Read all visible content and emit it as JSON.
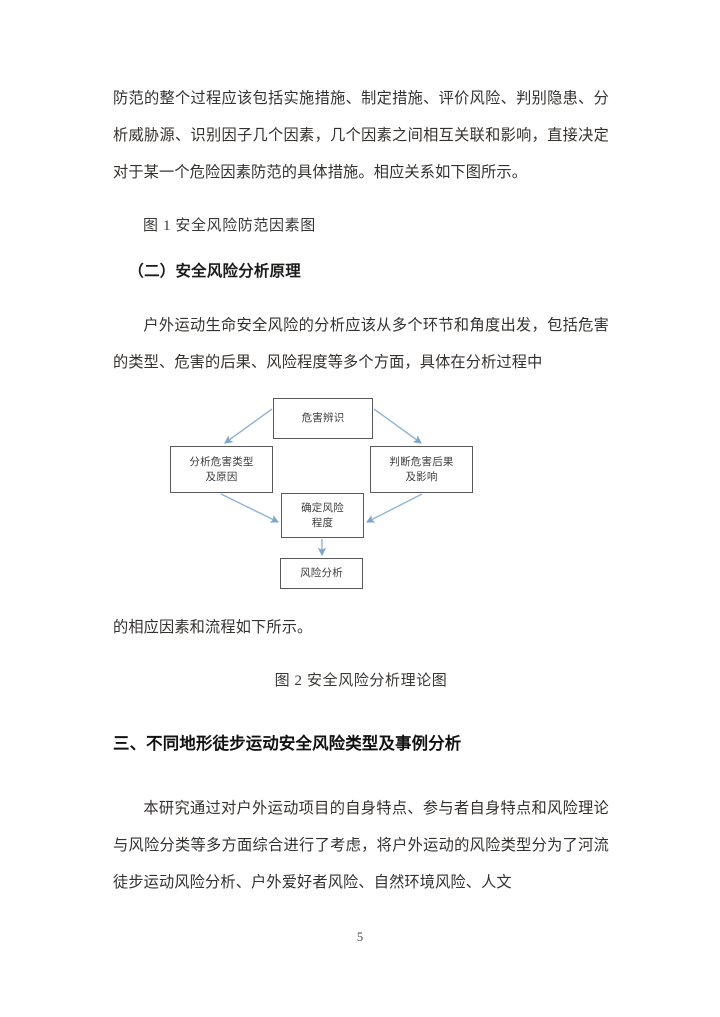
{
  "document": {
    "page_number": "5",
    "paragraph_1": "防范的整个过程应该包括实施措施、制定措施、评价风险、判别隐患、分析威胁源、识别因子几个因素，几个因素之间相互关联和影响，直接决定对于某一个危险因素防范的具体措施。相应关系如下图所示。",
    "figure_1_caption": "图 1 安全风险防范因素图",
    "heading_sub": "（二）安全风险分析原理",
    "paragraph_2": "户外运动生命安全风险的分析应该从多个环节和角度出发，包括危害的类型、危害的后果、风险程度等多个方面，具体在分析过程中",
    "paragraph_3": "的相应因素和流程如下所示。",
    "figure_2_caption": "图 2 安全风险分析理论图",
    "heading_section": "三、不同地形徒步运动安全风险类型及事例分析",
    "paragraph_4": "本研究通过对户外运动项目的自身特点、参与者自身特点和风险理论与风险分类等多方面综合进行了考虑，将户外运动的风险类型分为了河流徒步运动风险分析、户外爱好者风险、自然环境风险、人文"
  },
  "diagram": {
    "type": "flowchart",
    "colors": {
      "box_border": "#59595b",
      "box_fill": "#ffffff",
      "arrow": "#8eb4d8",
      "text": "#3d3d3f"
    },
    "nodes": [
      {
        "id": "hazard-id",
        "label": "危害辨识",
        "lines": [
          "危害辨识"
        ]
      },
      {
        "id": "analyze-type",
        "label": "分析危害类型及原因",
        "lines": [
          "分析危害类型",
          "及原因"
        ]
      },
      {
        "id": "judge-effect",
        "label": "判断危害后果及影响",
        "lines": [
          "判断危害后果",
          "及影响"
        ]
      },
      {
        "id": "determine",
        "label": "确定风险程度",
        "lines": [
          "确定风险",
          "程度"
        ]
      },
      {
        "id": "risk-analysis",
        "label": "风险分析",
        "lines": [
          "风险分析"
        ]
      }
    ],
    "edges": [
      {
        "from": "hazard-id",
        "to": "analyze-type"
      },
      {
        "from": "hazard-id",
        "to": "judge-effect"
      },
      {
        "from": "analyze-type",
        "to": "determine"
      },
      {
        "from": "judge-effect",
        "to": "determine"
      },
      {
        "from": "determine",
        "to": "risk-analysis"
      }
    ]
  }
}
